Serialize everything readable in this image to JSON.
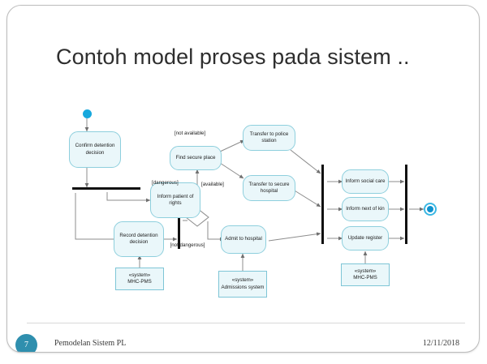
{
  "slide": {
    "title": "Contoh model proses pada sistem ..",
    "number": "7",
    "footer_text": "Pemodelan Sistem PL",
    "date": "12/11/2018"
  },
  "colors": {
    "node_fill": "#eaf7fa",
    "node_border": "#8ecfdd",
    "start_node": "#17a8dd",
    "end_node_ring": "#3bb7e3",
    "end_node_core": "#0f92cf",
    "bar": "#111111",
    "slide_number_badge": "#2f8fae",
    "connector": "#8c8c8c"
  },
  "diagram": {
    "type": "uml-activity-diagram",
    "start_node_label": "start-node",
    "end_node_label": "end-node",
    "activities": [
      {
        "id": "confirm-detention-decision",
        "label": "Confirm detention decision"
      },
      {
        "id": "inform-patient-of-rights",
        "label": "Inform patient of rights"
      },
      {
        "id": "record-detention-decision",
        "label": "Record detention decision"
      },
      {
        "id": "find-secure-place",
        "label": "Find secure place"
      },
      {
        "id": "transfer-to-police-station",
        "label": "Transfer to police station"
      },
      {
        "id": "transfer-to-secure-hospital",
        "label": "Transfer to secure hospital"
      },
      {
        "id": "admit-to-hospital",
        "label": "Admit to hospital"
      },
      {
        "id": "inform-social-care",
        "label": "Inform social care"
      },
      {
        "id": "inform-next-of-kin",
        "label": "Inform next of kin"
      },
      {
        "id": "update-register",
        "label": "Update register"
      }
    ],
    "system_boxes": [
      {
        "id": "system-mhc-pms-left",
        "stereotype": "«system»",
        "name": "MHC-PMS"
      },
      {
        "id": "system-admissions",
        "stereotype": "«system»",
        "name": "Admissions system"
      },
      {
        "id": "system-mhc-pms-right",
        "stereotype": "«system»",
        "name": "MHC-PMS"
      }
    ],
    "guards": [
      {
        "id": "guard-not-available",
        "label": "[not available]"
      },
      {
        "id": "guard-available",
        "label": "[available]"
      },
      {
        "id": "guard-dangerous",
        "label": "[dangerous]"
      },
      {
        "id": "guard-not-dangerous",
        "label": "[not dangerous]"
      }
    ]
  }
}
